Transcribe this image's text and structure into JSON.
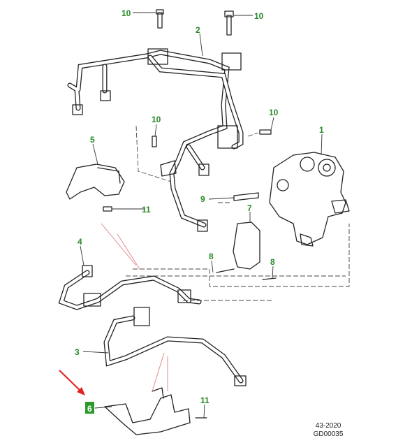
{
  "diagram": {
    "callouts": {
      "c10a": "10",
      "c10b": "10",
      "c2": "2",
      "c10c": "10",
      "c10d": "10",
      "c1": "1",
      "c5": "5",
      "c11a": "11",
      "c9": "9",
      "c7": "7",
      "c4": "4",
      "c8a": "8",
      "c8b": "8",
      "c3": "3",
      "c6": "6",
      "c11b": "11"
    },
    "highlighted_callout": "6",
    "highlight_color": "#2a9a2a",
    "arrow_color": "#e02020",
    "reference": {
      "line1": "43-2020",
      "line2": "GD00035"
    }
  }
}
